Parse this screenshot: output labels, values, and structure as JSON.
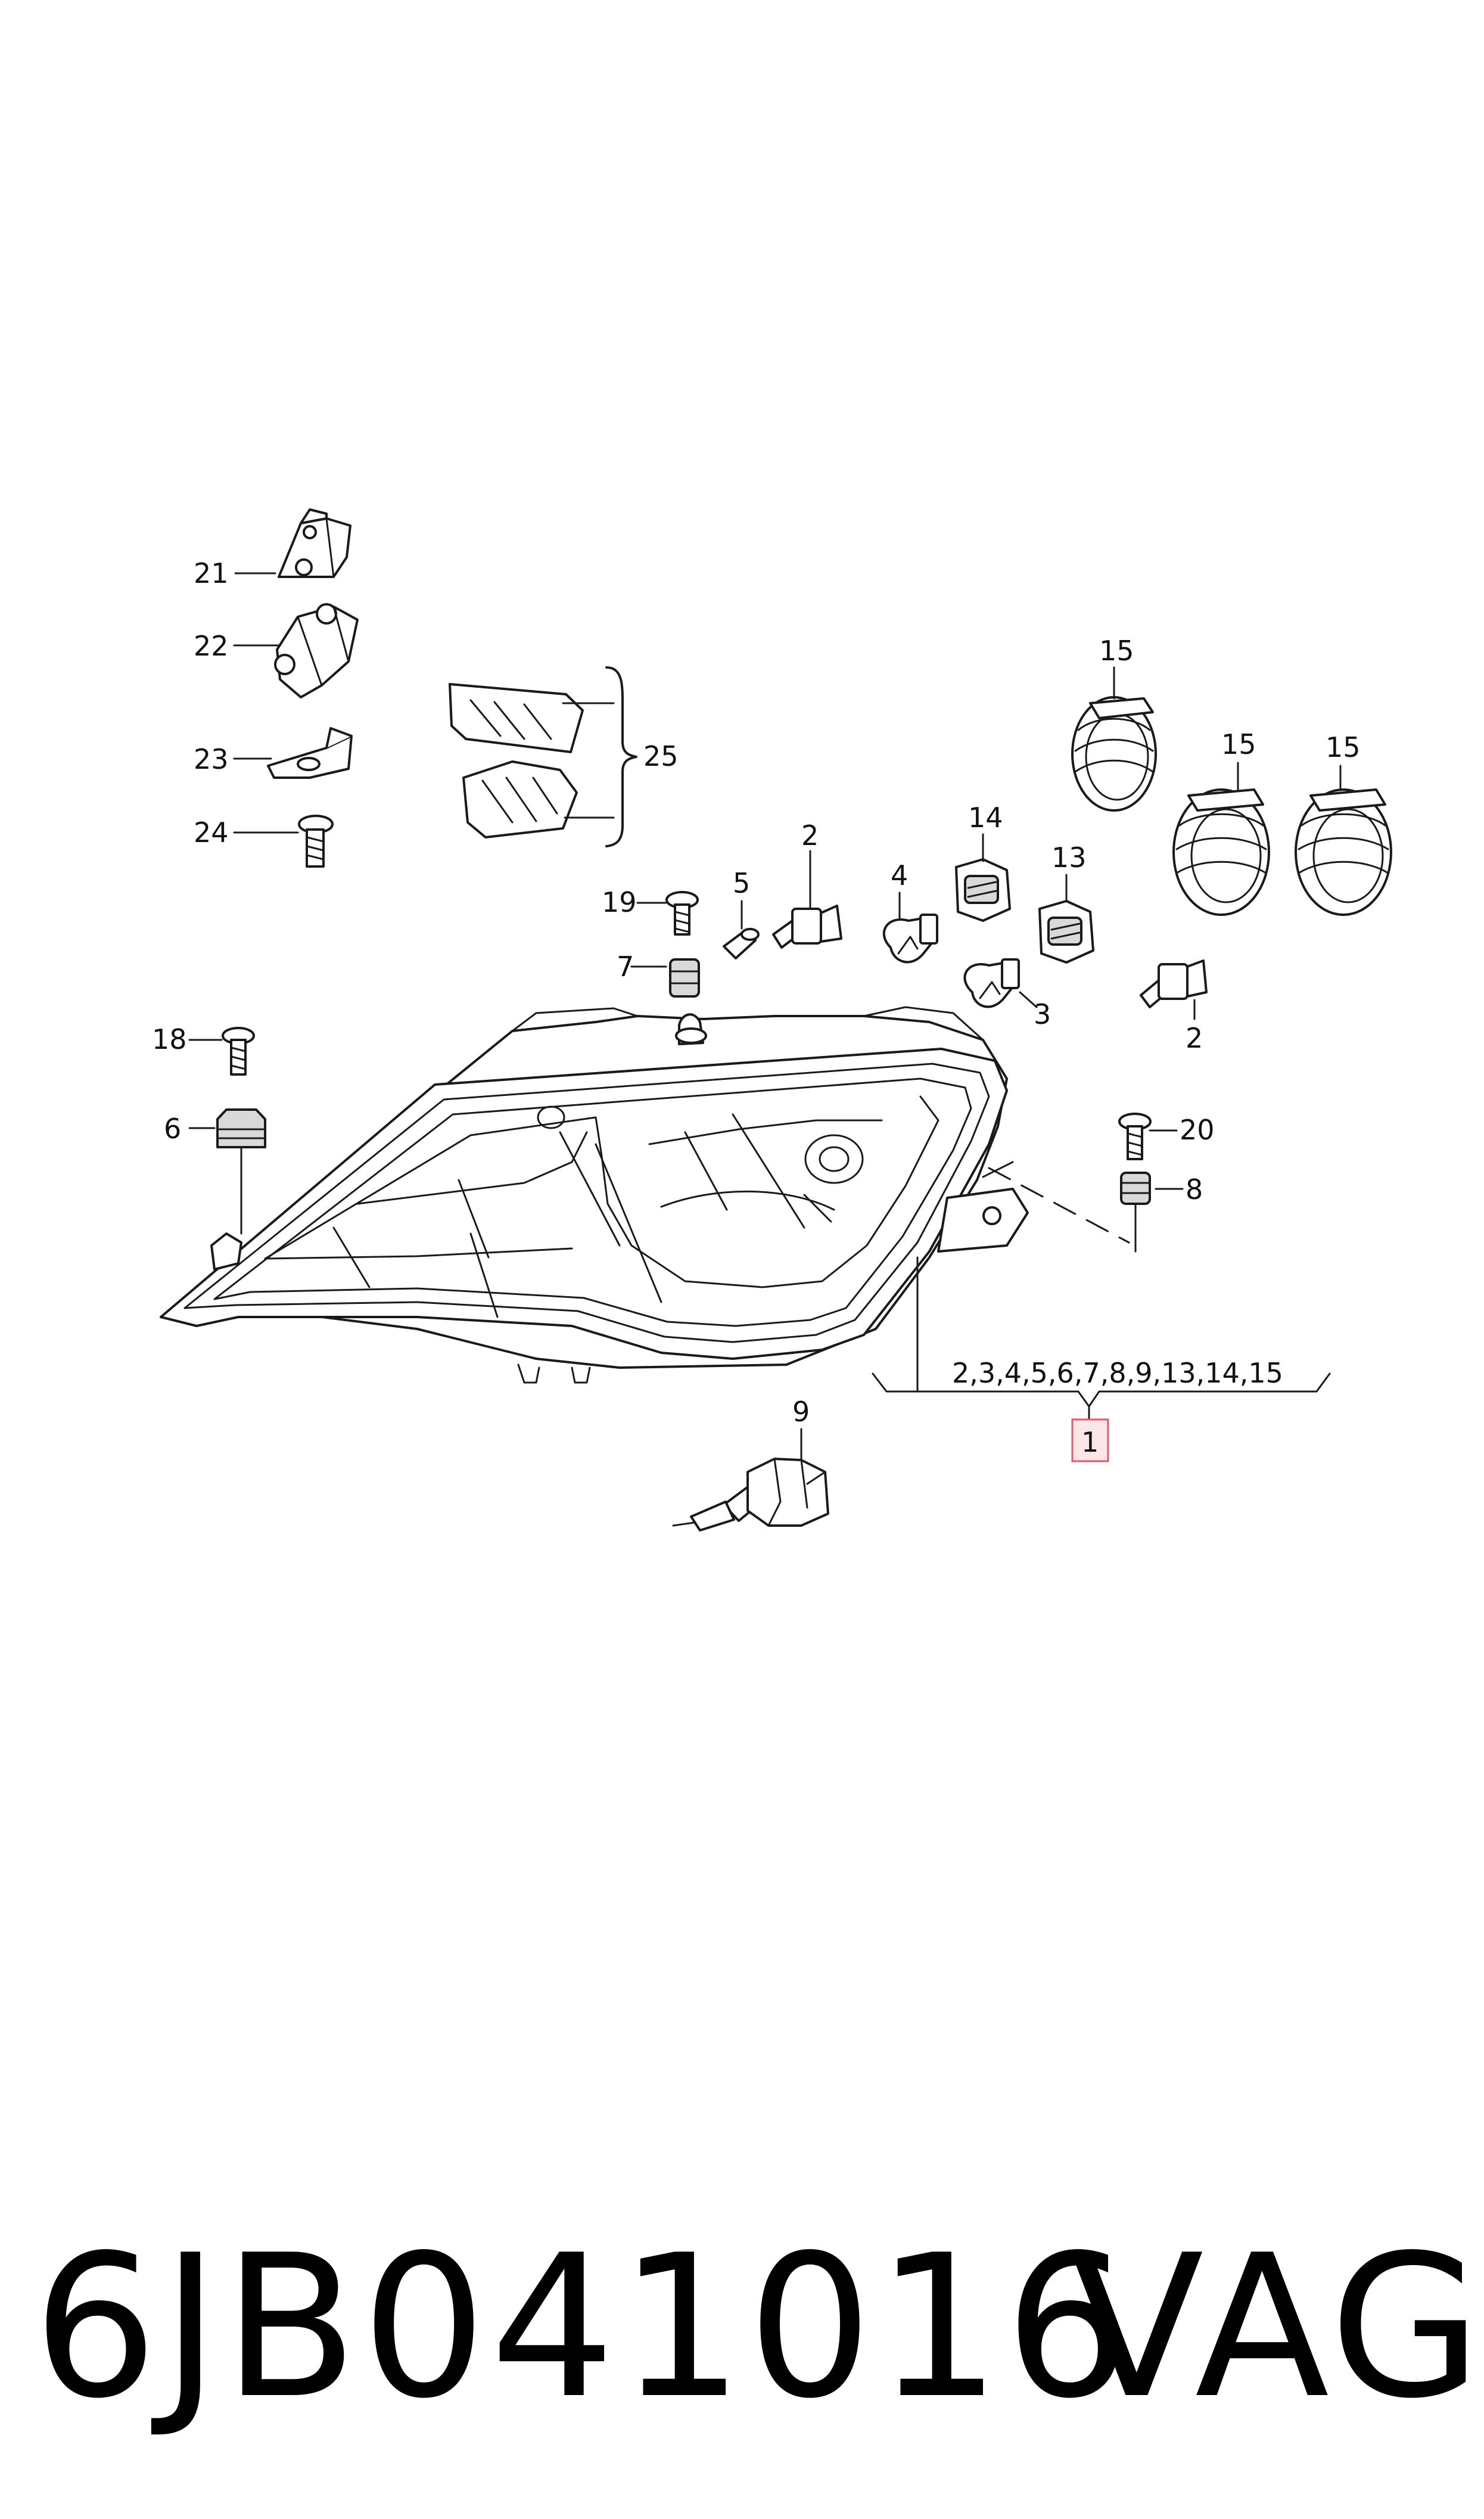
{
  "diagram": {
    "callouts": {
      "c21": "21",
      "c22": "22",
      "c23": "23",
      "c24": "24",
      "c25": "25",
      "c19": "19",
      "c5": "5",
      "c2a": "2",
      "c4": "4",
      "c14": "14",
      "c13": "13",
      "c15a": "15",
      "c15b": "15",
      "c15c": "15",
      "c7": "7",
      "c3": "3",
      "c2b": "2",
      "c18": "18",
      "c6": "6",
      "c20": "20",
      "c8": "8",
      "c9": "9"
    },
    "assembly_contents": "2,3,4,5,6,7,8,9,13,14,15",
    "assembly_number": "1",
    "highlight_color": "#e05a6a"
  },
  "footer": {
    "part_number": "6JB041016",
    "brand": "VAG"
  }
}
